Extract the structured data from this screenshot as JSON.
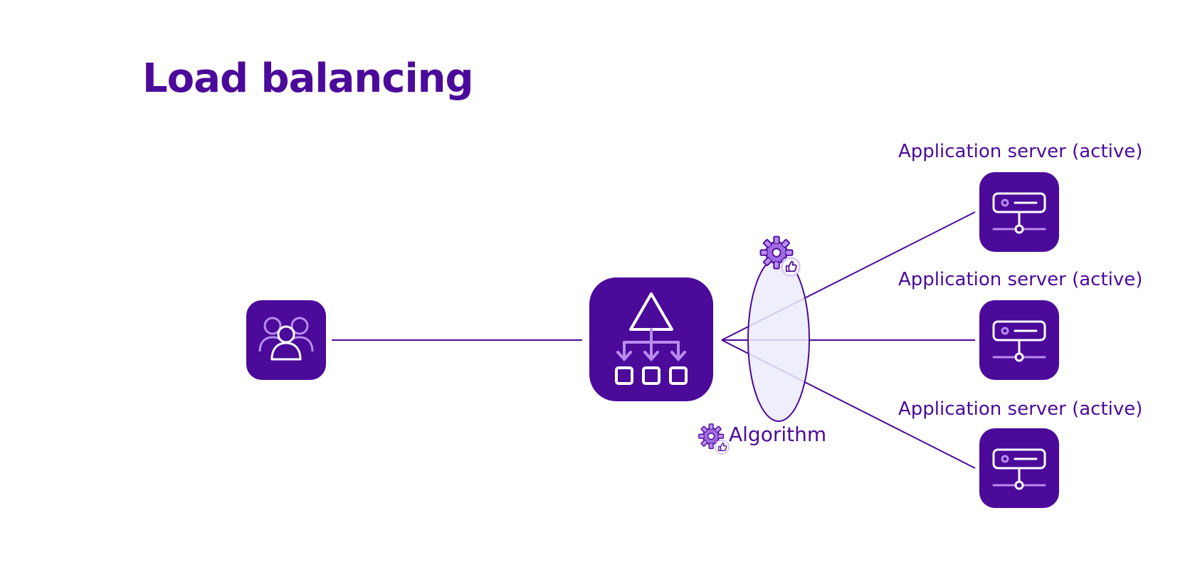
{
  "title": "Load balancing",
  "nodes": {
    "users": {
      "icon": "users-group-icon"
    },
    "load_balancer": {
      "icon": "load-balancer-icon"
    },
    "servers": [
      {
        "label": "Application server (active)",
        "icon": "server-icon"
      },
      {
        "label": "Application server (active)",
        "icon": "server-icon"
      },
      {
        "label": "Application server (active)",
        "icon": "server-icon"
      }
    ]
  },
  "algorithm": {
    "label": "Algorithm",
    "icon": "gear-thumbs-up-icon"
  },
  "colors": {
    "primary": "#4b0a99",
    "accent": "#b98cf0",
    "ellipse_fill": "#ecebfb",
    "background": "#ffffff"
  }
}
